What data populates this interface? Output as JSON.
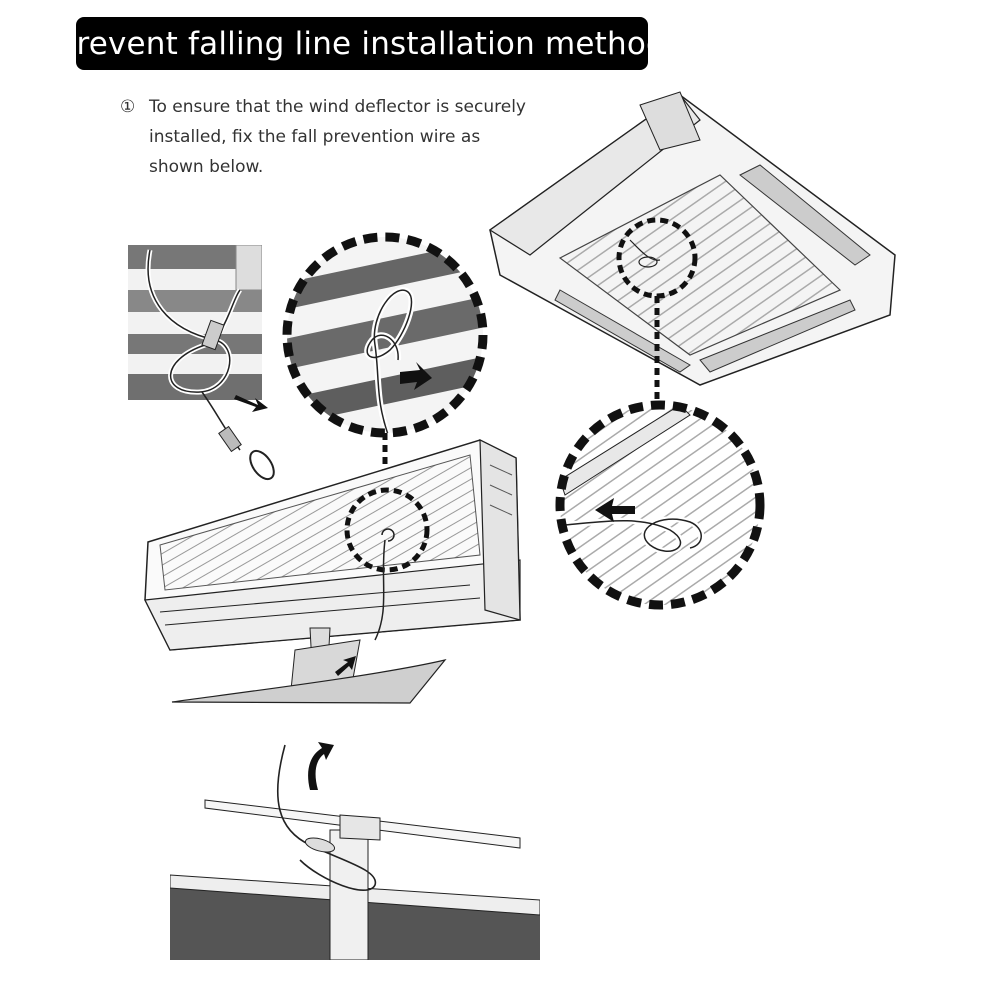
{
  "header": {
    "title": "Prevent falling line installation method"
  },
  "instruction": {
    "number": "①",
    "lines": [
      "To ensure that the wind deflector is securely",
      "installed, fix the fall prevention wire as",
      "shown below."
    ]
  },
  "colors": {
    "title_background": "#000000",
    "title_text": "#ffffff",
    "body_text": "#333333",
    "line_art": "#222222"
  }
}
